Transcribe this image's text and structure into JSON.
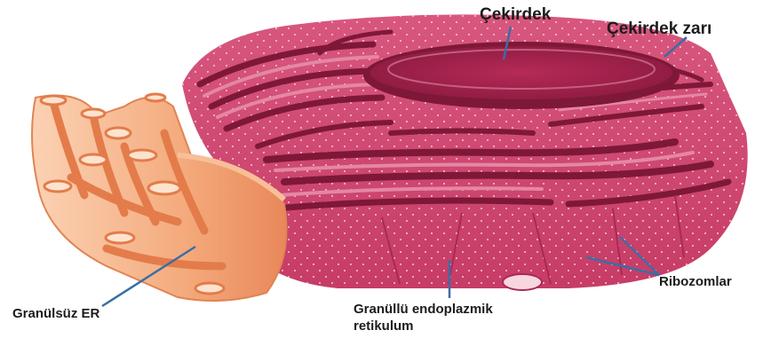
{
  "labels": {
    "nucleus": "Çekirdek",
    "nuclear_envelope": "Çekirdek zarı",
    "smooth_er": "Granülsüz ER",
    "rough_er_line1": "Granüllü endoplazmik",
    "rough_er_line2": "retikulum",
    "ribosomes": "Ribozomlar"
  },
  "colors": {
    "rough_er": "#cc3f6a",
    "rough_er_dark": "#7e1838",
    "rough_er_light": "#e487a4",
    "nucleus": "#b22555",
    "smooth_er": "#f2a172",
    "smooth_er_light": "#fbd8bf",
    "leader_line": "#3a6ea5",
    "text": "#1c1c1c"
  }
}
